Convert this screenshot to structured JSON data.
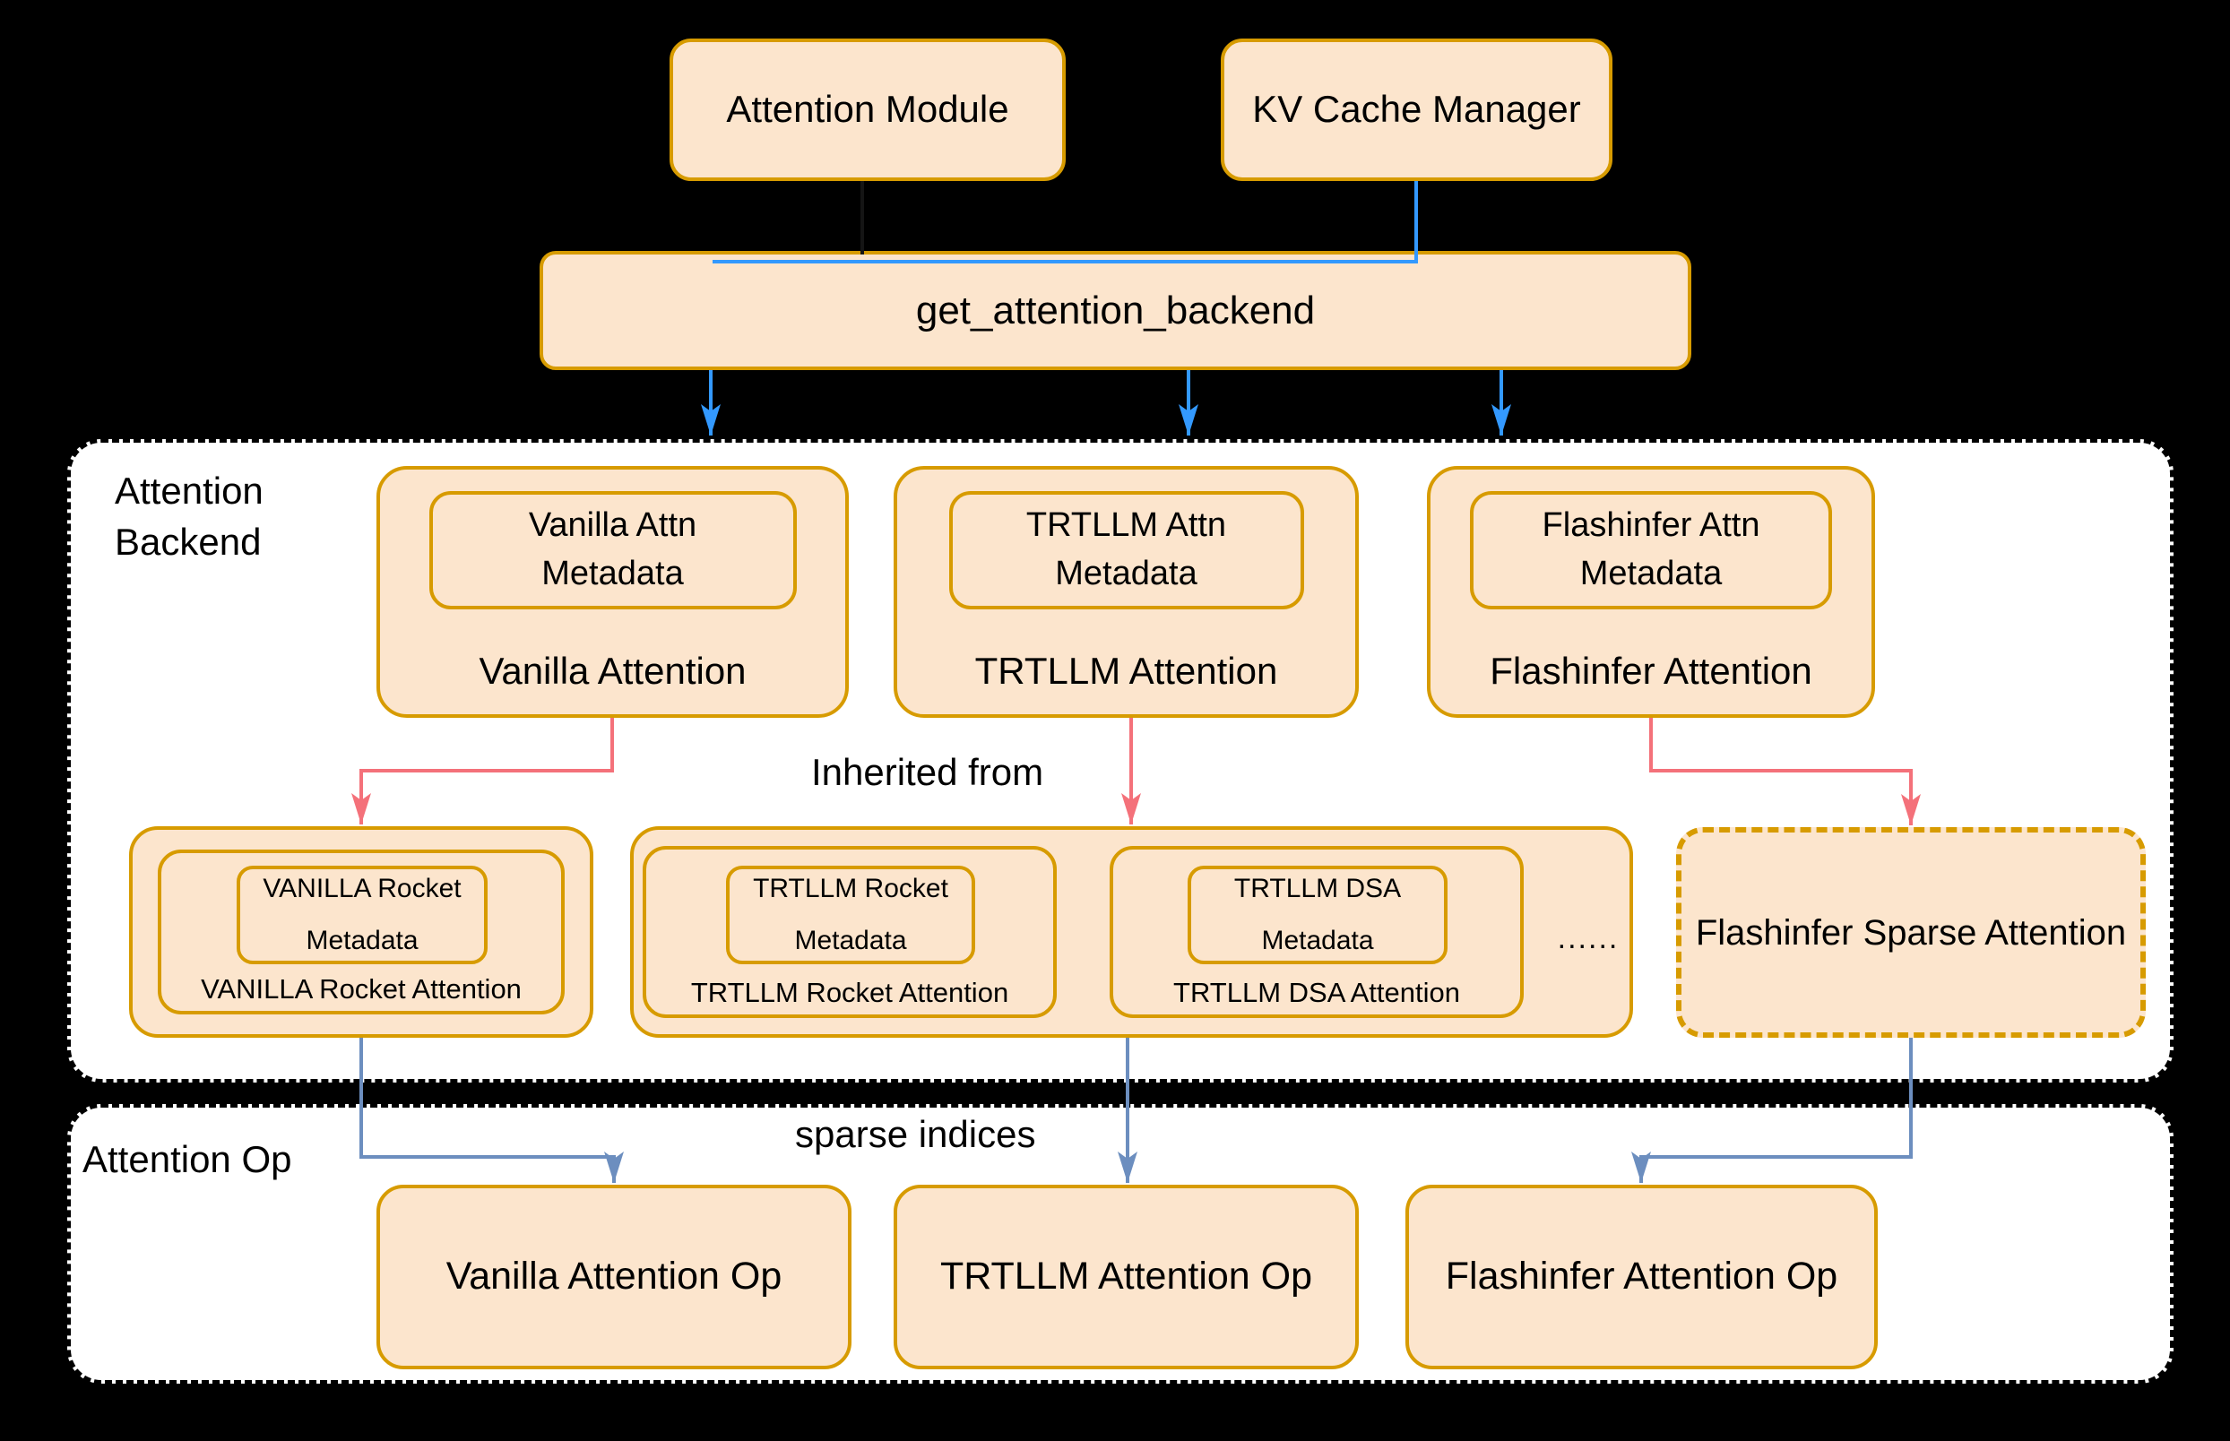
{
  "colors": {
    "box_fill": "#FCE5CD",
    "box_border": "#D79B00",
    "arrow_blue": "#3399FF",
    "arrow_steel_blue": "#6C8EBF",
    "arrow_red": "#F4717A",
    "section_background": "#FFFFFF",
    "page_background": "#000000",
    "text": "#000000"
  },
  "top": {
    "attention_module_label": "Attention Module",
    "kv_cache_manager_label": "KV Cache Manager",
    "get_attention_backend_label": "get_attention_backend"
  },
  "backend_section": {
    "title_line1": "Attention",
    "title_line2": "Backend",
    "inherited_from_label": "Inherited from",
    "backends": [
      {
        "metadata_line1": "Vanilla Attn",
        "metadata_line2": "Metadata",
        "label": "Vanilla Attention"
      },
      {
        "metadata_line1": "TRTLLM Attn",
        "metadata_line2": "Metadata",
        "label": "TRTLLM Attention"
      },
      {
        "metadata_line1": "Flashinfer Attn",
        "metadata_line2": "Metadata",
        "label": "Flashinfer Attention"
      }
    ],
    "derived": [
      {
        "metadata_line1": "VANILLA Rocket",
        "metadata_line2": "Metadata",
        "label": "VANILLA Rocket Attention"
      },
      {
        "metadata_line1": "TRTLLM Rocket",
        "metadata_line2": "Metadata",
        "label": "TRTLLM Rocket Attention"
      },
      {
        "metadata_line1": "TRTLLM DSA",
        "metadata_line2": "Metadata",
        "label": "TRTLLM DSA Attention"
      }
    ],
    "ellipsis": "......",
    "flashinfer_sparse_label": "Flashinfer Sparse Attention"
  },
  "op_section": {
    "title": "Attention Op",
    "sparse_indices_label": "sparse indices",
    "ops": [
      {
        "label": "Vanilla Attention Op"
      },
      {
        "label": "TRTLLM Attention Op"
      },
      {
        "label": "Flashinfer Attention Op"
      }
    ]
  }
}
